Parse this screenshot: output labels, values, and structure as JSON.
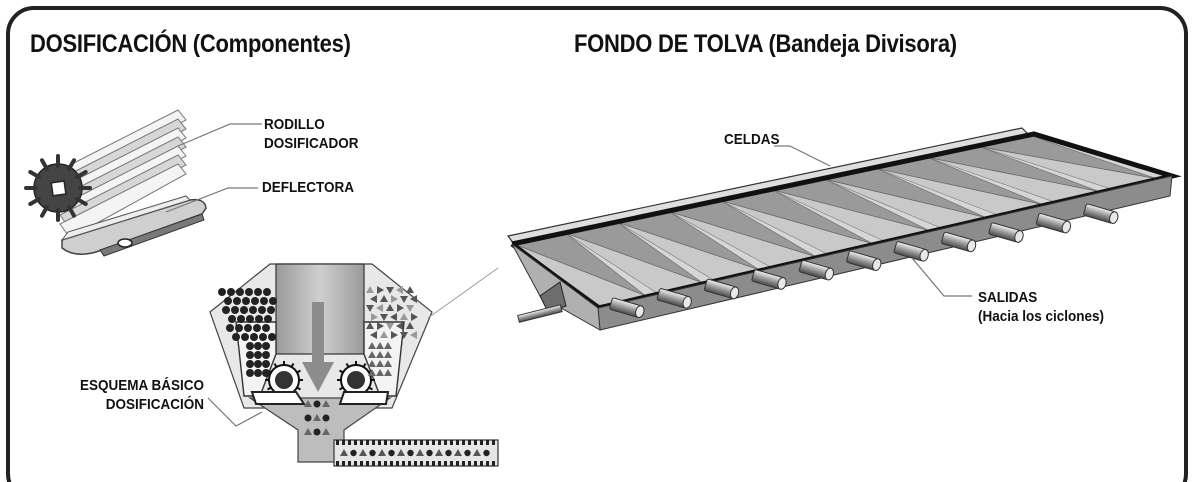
{
  "titles": {
    "left": "DOSIFICACIÓN (Componentes)",
    "right": "FONDO DE TOLVA (Bandeja Divisora)"
  },
  "labels": {
    "rodillo_line1": "RODILLO",
    "rodillo_line2": "DOSIFICADOR",
    "deflectora": "DEFLECTORA",
    "celdas": "CELDAS",
    "salidas_line1": "SALIDAS",
    "salidas_line2": "(Hacia los ciclones)",
    "esquema_line1": "ESQUEMA BÁSICO",
    "esquema_line2": "DOSIFICACIÓN"
  },
  "colors": {
    "frame": "#222222",
    "metal_light": "#d9d9d9",
    "metal_mid": "#a8a8a8",
    "metal_dark": "#5a5a5a",
    "ink": "#111111"
  },
  "counts": {
    "outlets": 11,
    "cells": 10
  }
}
